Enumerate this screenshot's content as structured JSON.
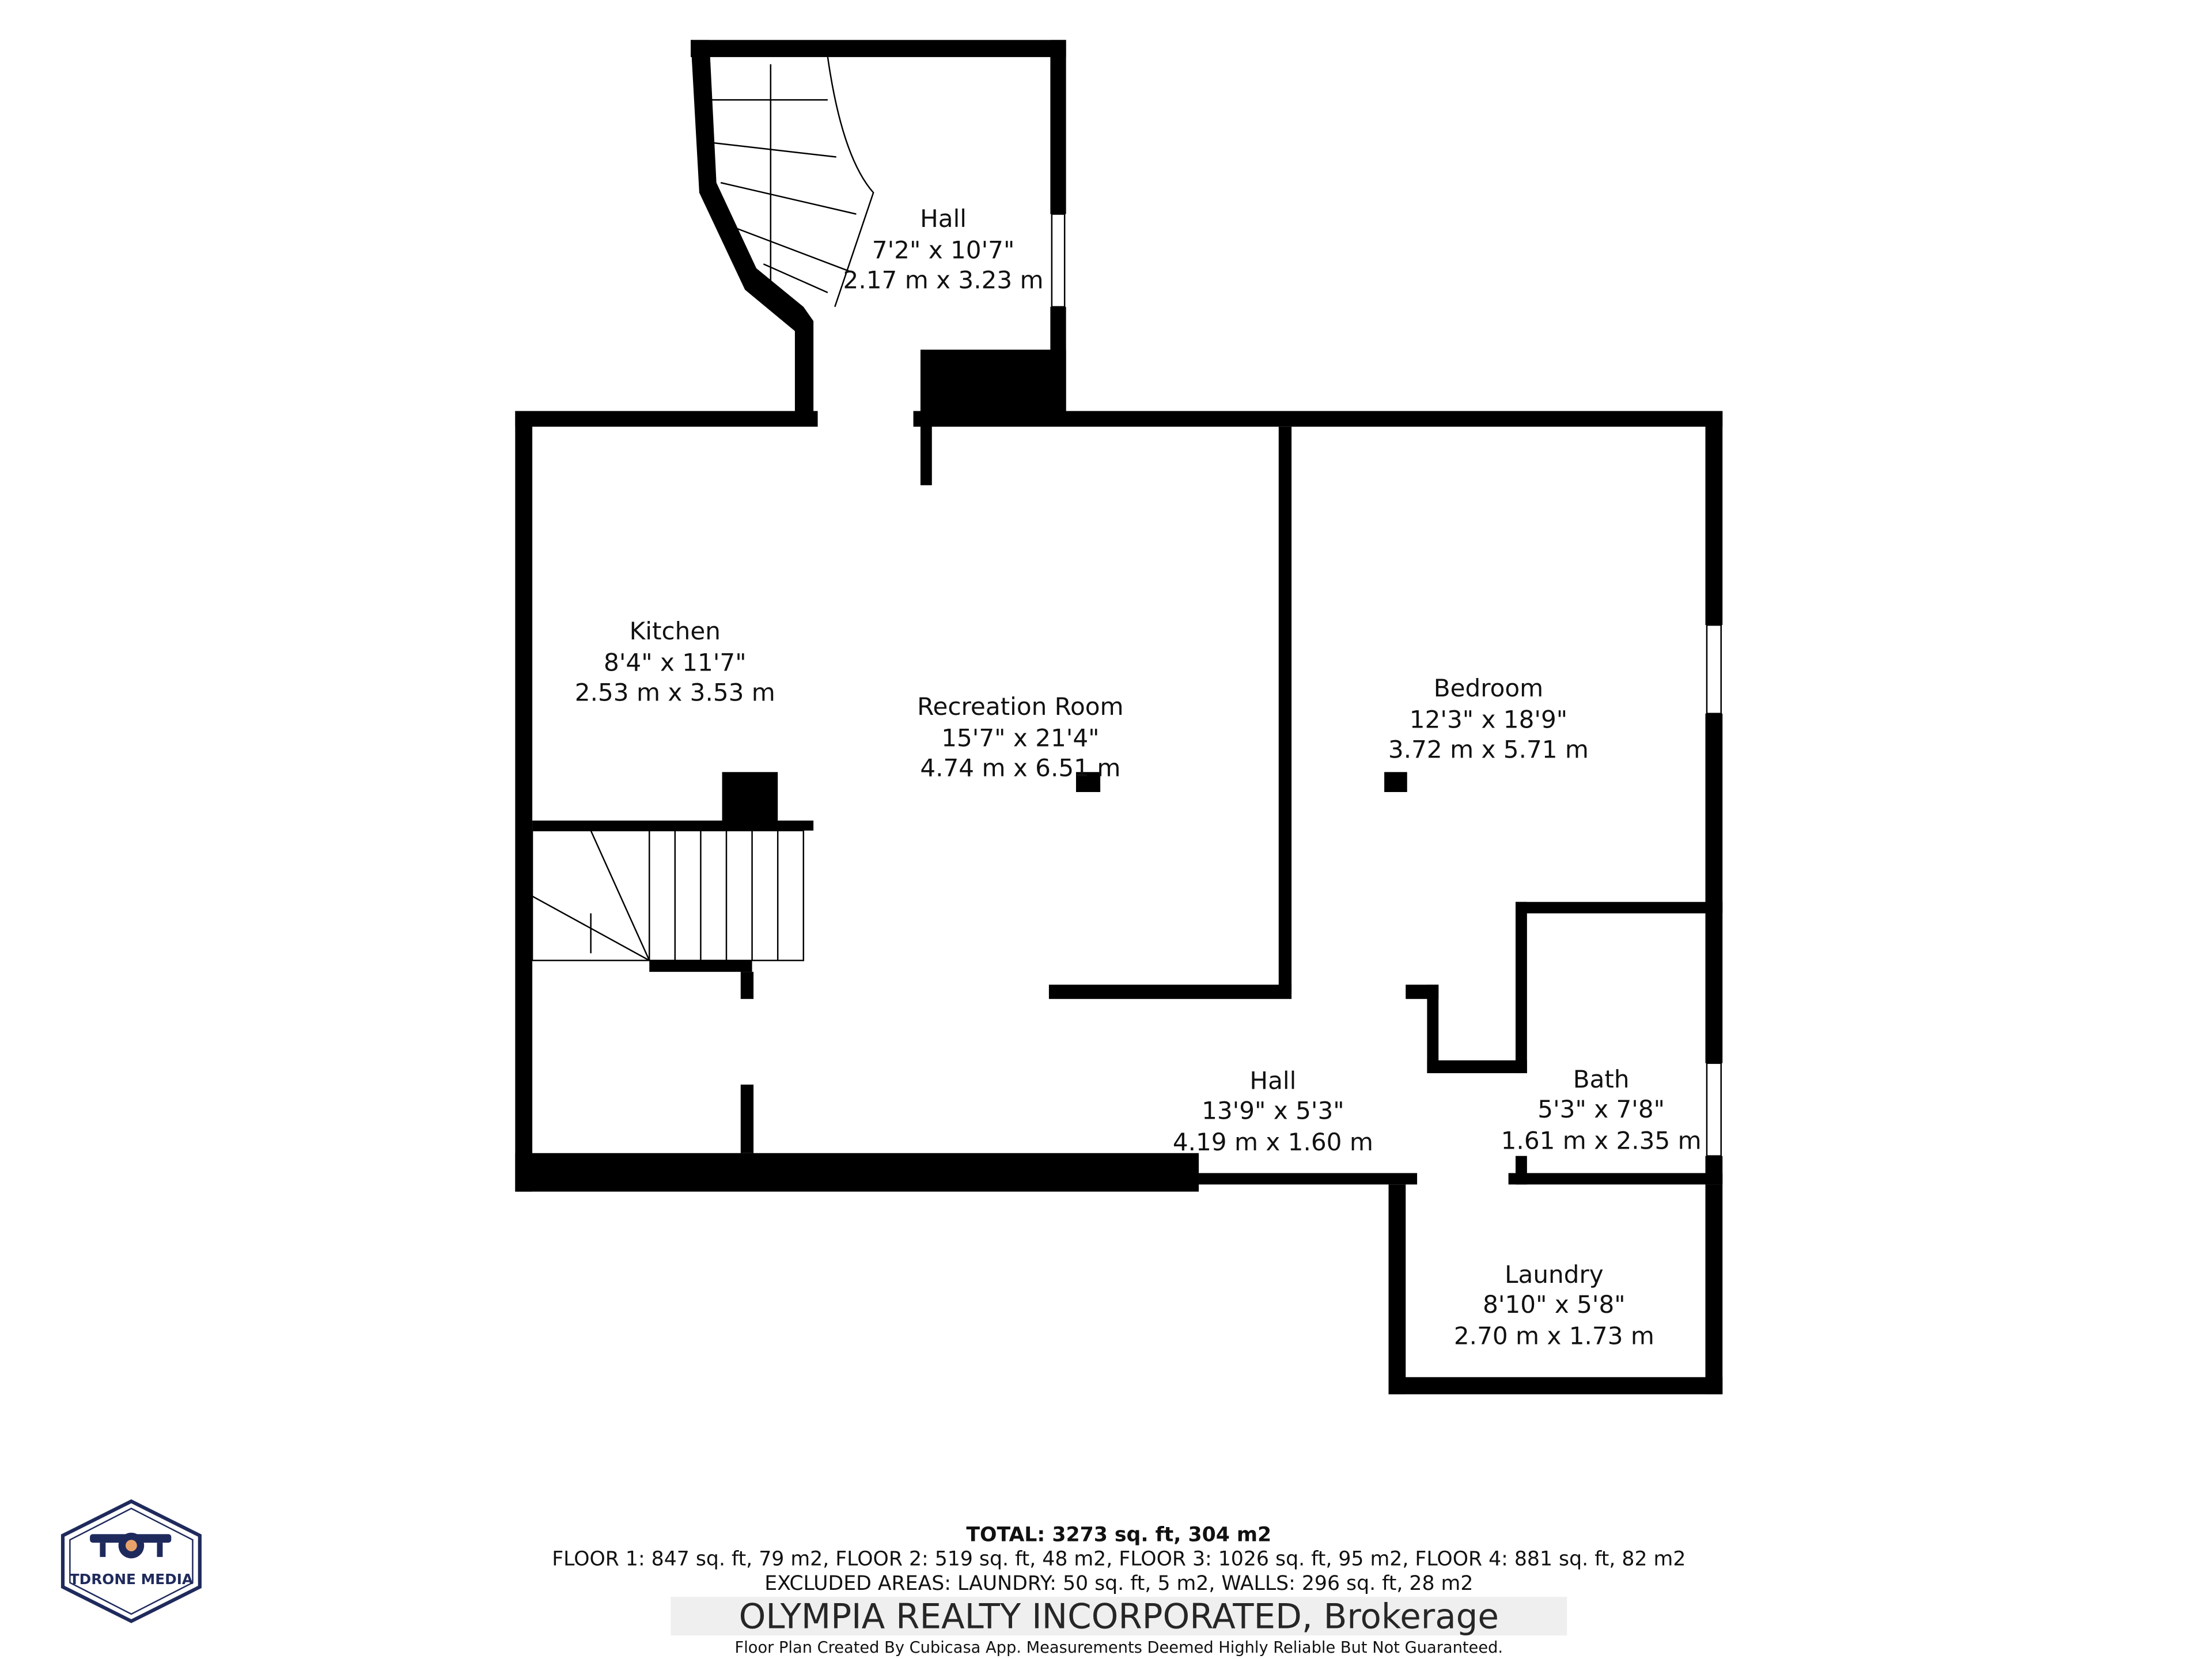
{
  "rooms": [
    {
      "name": "Hall",
      "imperial": "7'2\" x 10'7\"",
      "metric": "2.17 m x 3.23 m"
    },
    {
      "name": "Kitchen",
      "imperial": "8'4\" x 11'7\"",
      "metric": "2.53 m x 3.53 m"
    },
    {
      "name": "Recreation Room",
      "imperial": "15'7\" x 21'4\"",
      "metric": "4.74 m x 6.51 m"
    },
    {
      "name": "Bedroom",
      "imperial": "12'3\" x 18'9\"",
      "metric": "3.72 m x 5.71 m"
    },
    {
      "name": "Hall",
      "imperial": "13'9\" x 5'3\"",
      "metric": "4.19 m x 1.60 m"
    },
    {
      "name": "Bath",
      "imperial": "5'3\" x 7'8\"",
      "metric": "1.61 m x 2.35 m"
    },
    {
      "name": "Laundry",
      "imperial": "8'10\" x 5'8\"",
      "metric": "2.70 m x 1.73 m"
    }
  ],
  "footer": {
    "total": "TOTAL: 3273 sq. ft, 304 m2",
    "floors": "FLOOR 1: 847 sq. ft, 79 m2, FLOOR 2: 519 sq. ft, 48 m2, FLOOR 3: 1026 sq. ft, 95 m2, FLOOR 4: 881 sq. ft, 82 m2",
    "excluded": "EXCLUDED AREAS: LAUNDRY: 50 sq. ft, 5 m2, WALLS: 296 sq. ft, 28 m2",
    "watermark": "OLYMPIA REALTY INCORPORATED, Brokerage",
    "disclaimer": "Floor Plan Created By Cubicasa App. Measurements Deemed Highly Reliable But Not Guaranteed."
  },
  "logo": {
    "text": "TDRONE MEDIA",
    "color": "#1f2a5c"
  },
  "colors": {
    "wall": "#000000",
    "background": "#ffffff"
  }
}
